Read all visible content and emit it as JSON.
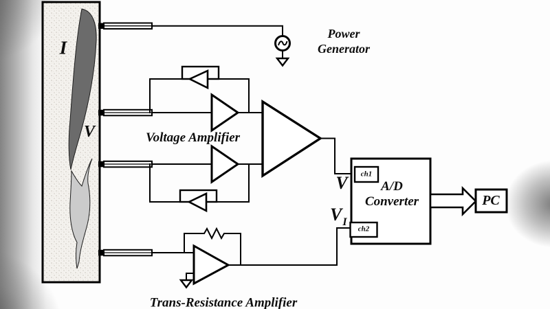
{
  "diagram": {
    "sample": {
      "current_label": "I",
      "voltage_label": "V"
    },
    "power_generator": {
      "line1": "Power",
      "line2": "Generator"
    },
    "voltage_amplifier": {
      "label": "Voltage Amplifier"
    },
    "trans_resistance_amplifier": {
      "label": "Trans-Resistance Amplifier"
    },
    "adc": {
      "line1": "A/D",
      "line2": "Converter",
      "ch1": "ch1",
      "ch2": "ch2",
      "v_input_label": "V",
      "vi_input_label": "V",
      "vi_input_subscript": "I"
    },
    "pc": {
      "label": "PC"
    },
    "colors": {
      "line": "#000000",
      "sample_fill": "#f4f2ee",
      "dark_flow": "#6b6b6b",
      "light_flow": "#cbcbcb",
      "background": "#ffffff",
      "edge_shadow": "#7d7d7d"
    }
  }
}
